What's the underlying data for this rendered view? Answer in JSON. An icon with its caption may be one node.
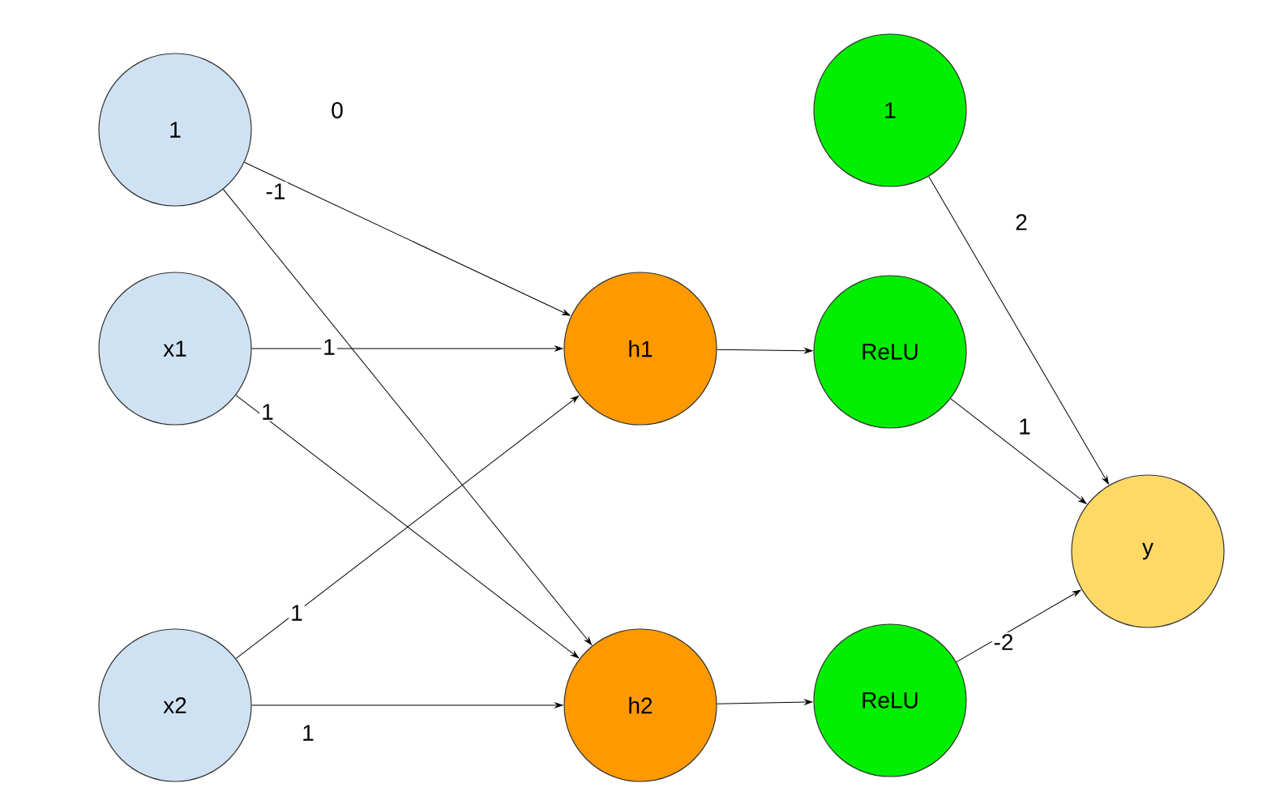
{
  "diagram": {
    "nodes": [
      {
        "text": [
          "1"
        ]
      },
      {
        "text": [
          "x1"
        ]
      },
      {
        "text": [
          "x2"
        ]
      },
      {
        "text": [
          "h1"
        ]
      },
      {
        "text": [
          "h2"
        ]
      },
      {
        "text": [
          "1"
        ]
      },
      {
        "text": [
          "ReLU"
        ]
      },
      {
        "text": [
          "ReLU"
        ]
      },
      {
        "text": [
          "y"
        ]
      }
    ],
    "edges": [
      {
        "from": 0,
        "to": 3,
        "arrow": "to",
        "label": "0"
      },
      {
        "from": 0,
        "to": 4,
        "arrow": "to",
        "label": "-1"
      },
      {
        "from": 1,
        "to": 3,
        "arrow": "to",
        "label": "1"
      },
      {
        "from": 1,
        "to": 4,
        "arrow": "to",
        "label": "1"
      },
      {
        "from": 2,
        "to": 3,
        "arrow": "to",
        "label": "1"
      },
      {
        "from": 2,
        "to": 4,
        "arrow": "to",
        "label": "1"
      },
      {
        "from": 3,
        "to": 6,
        "arrow": "to"
      },
      {
        "from": 4,
        "to": 7,
        "arrow": "to"
      },
      {
        "from": 5,
        "to": 8,
        "arrow": "to",
        "label": "2"
      },
      {
        "from": 6,
        "to": 8,
        "arrow": "to",
        "label": "1"
      },
      {
        "from": 7,
        "to": 8,
        "arrow": "to",
        "label": "-2"
      }
    ]
  }
}
